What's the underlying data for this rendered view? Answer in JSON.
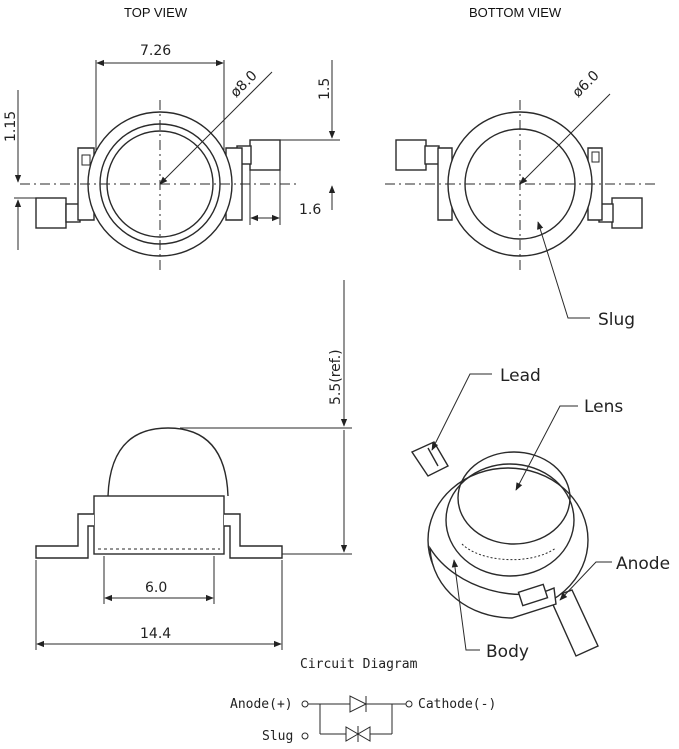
{
  "views": {
    "top_view": "TOP VIEW",
    "bottom_view": "BOTTOM VIEW"
  },
  "dimensions": {
    "top_width": "7.26",
    "top_diameter": "ø8.0",
    "top_lead_offset_right": "1.5",
    "top_lead_offset_left": "1.15",
    "top_lead_length": "1.6",
    "bottom_diameter": "ø6.0",
    "side_height": "5.5(ref.)",
    "side_body_width": "6.0",
    "side_overall_width": "14.4"
  },
  "labels": {
    "slug": "Slug",
    "lead": "Lead",
    "lens": "Lens",
    "anode": "Anode",
    "body": "Body"
  },
  "circuit": {
    "title": "Circuit Diagram",
    "anode": "Anode(+)",
    "cathode": "Cathode(-)",
    "slug": "Slug"
  }
}
